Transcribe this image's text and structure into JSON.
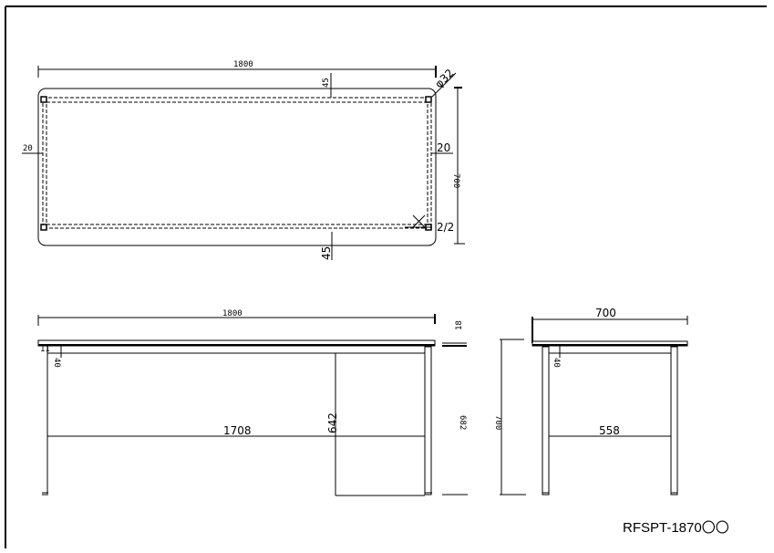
{
  "title_block": {
    "model_number": "RFSPT-1870",
    "model_suffix_symbols": "〇〇"
  },
  "top_view": {
    "width_label": "1800",
    "depth_label": "700",
    "top_offset_label": "45",
    "bottom_offset_label": "45",
    "left_offset_label": "20",
    "right_offset_label": "20",
    "corner_radius_label": "φ32",
    "corner_detail_label": "2/2"
  },
  "front_view": {
    "width_label": "1800",
    "top_thickness_label": "18",
    "apron_height_label": "40",
    "leg_span_label": "1708",
    "knee_clearance_label": "642",
    "leg_height_label": "682",
    "apron_gap_label": "11"
  },
  "side_view": {
    "depth_label": "700",
    "height_label": "700",
    "apron_height_label": "40",
    "leg_span_label": "558"
  }
}
